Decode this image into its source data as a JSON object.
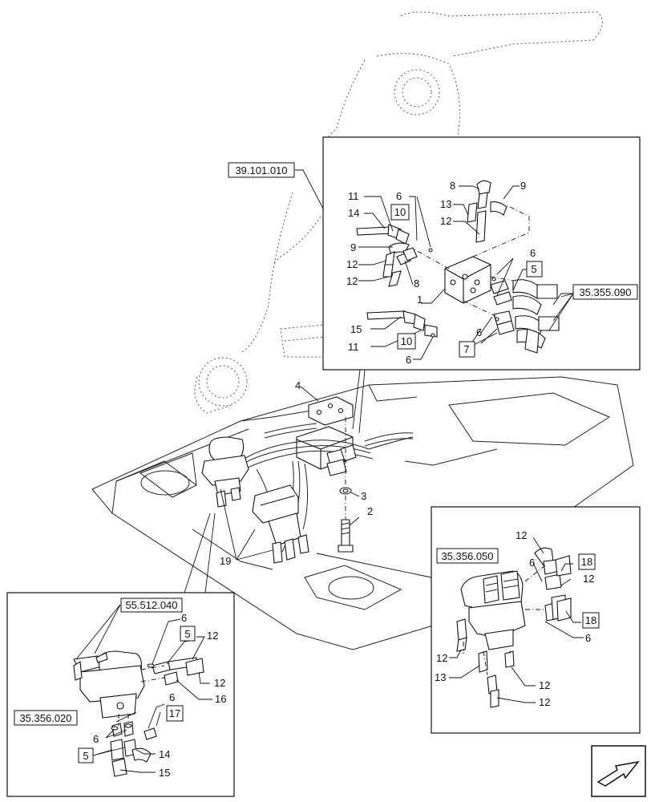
{
  "references": {
    "r39101010": "39.101.010",
    "r35355090": "35.355.090",
    "r35356050": "35.356.050",
    "r55512040": "55.512.040",
    "r35356020": "35.356.020"
  },
  "callouts": {
    "c1": "1",
    "c2": "2",
    "c3": "3",
    "c4": "4",
    "c5": "5",
    "c6": "6",
    "c7": "7",
    "c8": "8",
    "c9": "9",
    "c10": "10",
    "c11": "11",
    "c12": "12",
    "c13": "13",
    "c14": "14",
    "c15": "15",
    "c16": "16",
    "c17": "17",
    "c18": "18",
    "c19": "19"
  },
  "icons": {
    "nav": "next-page-arrow-icon"
  }
}
